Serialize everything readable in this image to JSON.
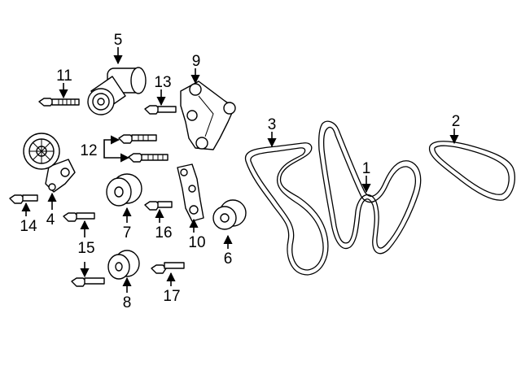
{
  "diagram": {
    "callouts": [
      "1",
      "2",
      "3",
      "4",
      "5",
      "6",
      "7",
      "8",
      "9",
      "10",
      "11",
      "12",
      "13",
      "14",
      "15",
      "16",
      "17"
    ]
  },
  "colors": {
    "line": "#000000",
    "background": "#ffffff"
  }
}
